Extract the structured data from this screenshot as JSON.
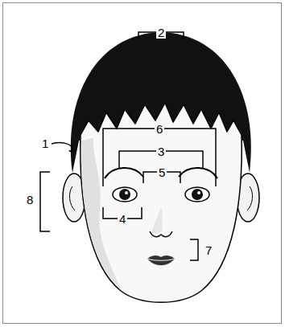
{
  "diagram": {
    "labels": [
      "2",
      "1",
      "6",
      "3",
      "5",
      "8",
      "4",
      "7"
    ]
  }
}
